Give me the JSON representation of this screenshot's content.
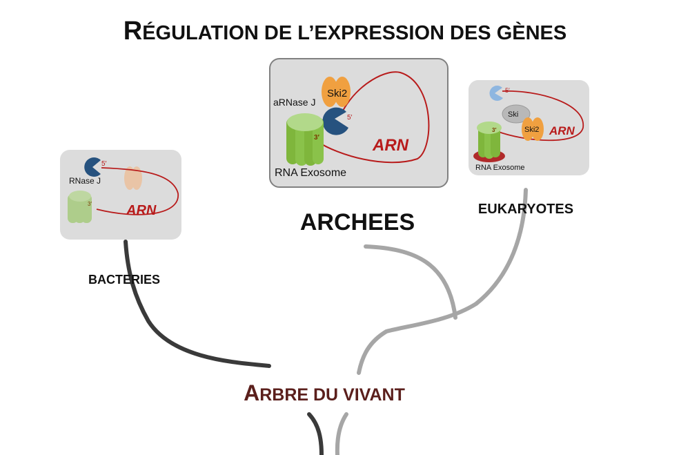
{
  "title": {
    "first": "R",
    "rest": "ÉGULATION DE L’EXPRESSION DES GÈNES"
  },
  "tree_label": {
    "first": "A",
    "rest": "RBRE DU VIVANT"
  },
  "colors": {
    "title": "#111111",
    "tree_label": "#5b1f1c",
    "panel_fill": "#dcdcdc",
    "archaea_border": "#808080",
    "rna_red": "#b81b1b",
    "rnase_blue": "#26527f",
    "exosome_green": "#8ac24a",
    "ski2_orange": "#f0a040",
    "branch_dark": "#3a3a3a",
    "branch_light": "#a6a6a6"
  },
  "bacteria": {
    "domain_label": "BACTERIES",
    "enzyme_label": "RNase J",
    "five_prime": "5′",
    "three_prime": "3′",
    "rna_label": "ARN"
  },
  "archaea": {
    "domain_label": "ARCHEES",
    "enzyme_label": "aRNase J",
    "helicase_label": "Ski2",
    "five_prime": "5′",
    "three_prime": "3′",
    "rna_label": "ARN",
    "exosome_label": "RNA Exosome"
  },
  "eukaryotes": {
    "domain_label": "EUKARYOTES",
    "ski_label": "Ski",
    "helicase_label": "Ski2",
    "five_prime": "5′",
    "three_prime": "3′",
    "rna_label": "ARN",
    "exosome_label": "RNA Exosome"
  }
}
